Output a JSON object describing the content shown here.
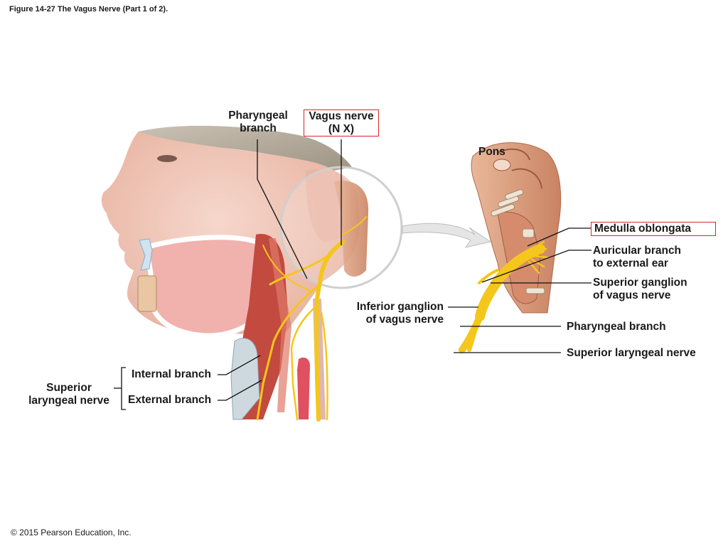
{
  "figure_title": "Figure 14-27 The Vagus Nerve (Part 1 of 2).",
  "copyright": "© 2015 Pearson Education, Inc.",
  "colors": {
    "nerve": "#f5c61b",
    "highlight_box": "#d9262c",
    "skin": "#f0c7b8",
    "muscle": "#c24a3f",
    "leader": "#111111"
  },
  "labels": {
    "pharyngeal_branch_top": [
      "Pharyngeal",
      "branch"
    ],
    "vagus_nerve": [
      "Vagus nerve",
      "(N X)"
    ],
    "pons": "Pons",
    "medulla": "Medulla oblongata",
    "auricular": [
      "Auricular branch",
      "to external ear"
    ],
    "superior_ganglion": [
      "Superior ganglion",
      "of vagus nerve"
    ],
    "inferior_ganglion": [
      "Inferior ganglion",
      "of vagus nerve"
    ],
    "pharyngeal_branch_right": "Pharyngeal branch",
    "superior_laryngeal_right": "Superior laryngeal nerve",
    "internal_branch": "Internal branch",
    "external_branch": "External branch",
    "superior_laryngeal_left": [
      "Superior",
      "laryngeal nerve"
    ]
  }
}
